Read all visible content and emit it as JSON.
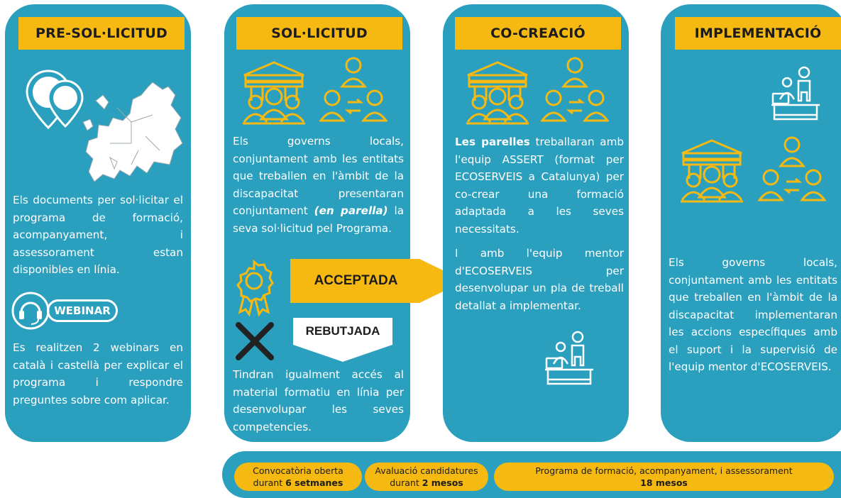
{
  "colors": {
    "teal": "#2a9fbe",
    "yellow": "#f6b912",
    "icon_yellow": "#f6b912",
    "white": "#ffffff"
  },
  "columns": [
    {
      "title": "PRE-SOL·LICITUD"
    },
    {
      "title": "SOL·LICITUD"
    },
    {
      "title": "CO-CREACIÓ"
    },
    {
      "title": "IMPLEMENTACIÓ"
    }
  ],
  "pre": {
    "text1": "Els documents per sol·licitar el programa de formació, acompanyament, i assessorament estan disponibles en línia.",
    "webinar_label": "WEBINAR",
    "text2": "Es realitzen 2 webinars en català i castellà per explicar el programa i respondre preguntes sobre com aplicar."
  },
  "sol": {
    "text_a": "Els governs locals, conjuntament amb les entitats que treballen en l'àmbit de la discapacitat presentaran conjuntament",
    "text_em": "(en parella)",
    "text_b": " la seva sol·licitud pel Programa.",
    "accepted": "ACCEPTADA",
    "rejected": "REBUTJADA",
    "text3": "Tindran igualment accés al material formatiu en línia per desenvolupar les seves competencies."
  },
  "co": {
    "text_bold": "Les parelles",
    "text_a": " treballaran amb l'equip ASSERT (format per ECOSERVEIS a Catalunya) per co-crear una formació adaptada a les seves necessitats.",
    "text_b": "I amb l'equip mentor d'ECOSERVEIS per desenvolupar un pla de treball detallat a implementar."
  },
  "impl": {
    "text": "Els governs locals, conjuntament amb les entitats que treballen en l'àmbit de la discapacitat implementaran les accions específiques amb el suport i la supervisió de l'equip mentor d'ECOSERVEIS."
  },
  "timeline": [
    {
      "line1": "Convocatòria oberta",
      "pre": "durant ",
      "bold": "6 setmanes"
    },
    {
      "line1": "Avaluació candidatures",
      "pre": "durant ",
      "bold": "2 mesos"
    },
    {
      "line1": "Programa de formació, acompanyament, i assessorament",
      "pre": "",
      "bold": "18 mesos"
    }
  ],
  "icons": [
    "map-pin-icon",
    "europe-map-icon",
    "headset-icon",
    "institution-icon",
    "people-exchange-icon",
    "award-ribbon-icon",
    "cross-icon",
    "mentor-laptop-icon"
  ]
}
